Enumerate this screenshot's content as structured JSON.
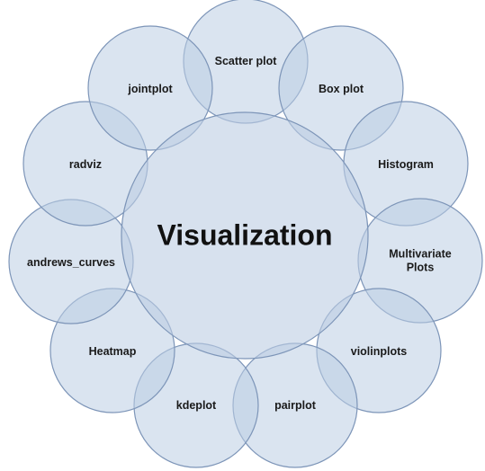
{
  "diagram": {
    "center": {
      "label": "Visualization"
    },
    "items": [
      {
        "label": "Scatter plot"
      },
      {
        "label": "Box plot"
      },
      {
        "label": "Histogram"
      },
      {
        "label": "Multivariate Plots"
      },
      {
        "label": "violinplots"
      },
      {
        "label": "pairplot"
      },
      {
        "label": "kdeplot"
      },
      {
        "label": "Heatmap"
      },
      {
        "label": "andrews_curves"
      },
      {
        "label": "radviz"
      },
      {
        "label": "jointplot"
      }
    ],
    "colors": {
      "circle_fill": "#bccde3",
      "circle_stroke": "#7d95b8",
      "text": "#1a1a1a"
    }
  }
}
